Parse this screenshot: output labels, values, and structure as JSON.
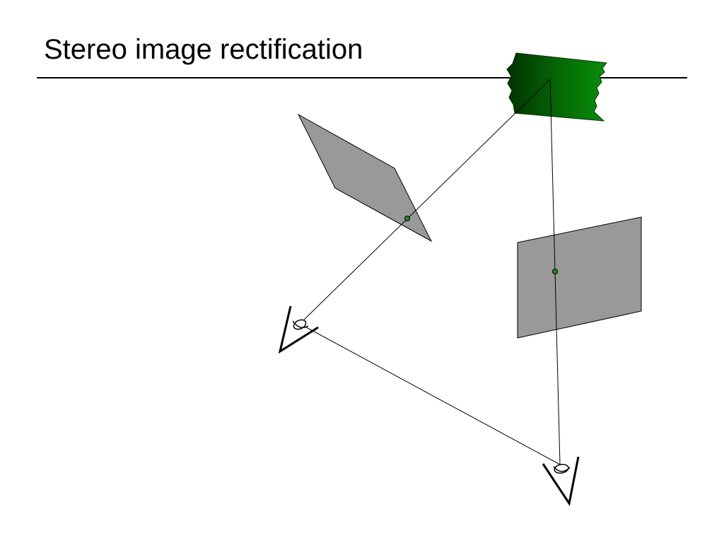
{
  "slide": {
    "title": "Stereo image rectification"
  },
  "colors": {
    "background": "#ffffff",
    "text": "#000000",
    "image_plane": "#999999",
    "projected_point": "#1a8a1a",
    "object_dark": "#004000",
    "object_light": "#0a8a0a"
  },
  "diagram": {
    "elements": [
      "scene-object",
      "left-image-plane",
      "right-image-plane",
      "left-camera",
      "right-camera",
      "left-projected-point",
      "right-projected-point",
      "baseline"
    ]
  }
}
